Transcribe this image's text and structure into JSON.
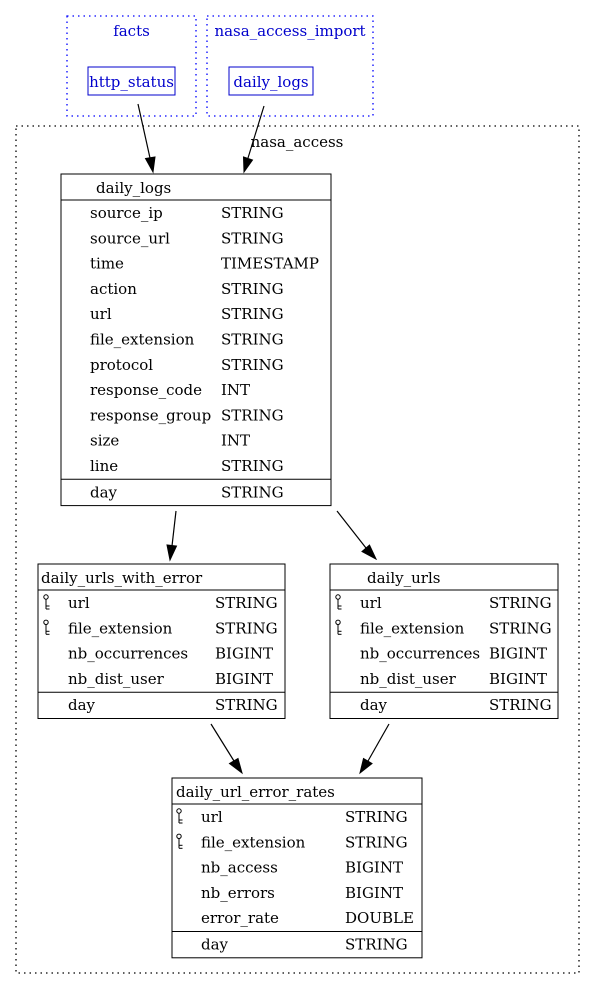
{
  "clusters": {
    "facts": {
      "label": "facts",
      "node": "http_status"
    },
    "import": {
      "label": "nasa_access_import",
      "node": "daily_logs"
    },
    "main": {
      "label": "nasa_access"
    }
  },
  "tables": {
    "daily_logs": {
      "title": "daily_logs",
      "fields": [
        {
          "name": "source_ip",
          "type": "STRING",
          "key": false
        },
        {
          "name": "source_url",
          "type": "STRING",
          "key": false
        },
        {
          "name": "time",
          "type": "TIMESTAMP",
          "key": false
        },
        {
          "name": "action",
          "type": "STRING",
          "key": false
        },
        {
          "name": "url",
          "type": "STRING",
          "key": false
        },
        {
          "name": "file_extension",
          "type": "STRING",
          "key": false
        },
        {
          "name": "protocol",
          "type": "STRING",
          "key": false
        },
        {
          "name": "response_code",
          "type": "INT",
          "key": false
        },
        {
          "name": "response_group",
          "type": "STRING",
          "key": false
        },
        {
          "name": "size",
          "type": "INT",
          "key": false
        },
        {
          "name": "line",
          "type": "STRING",
          "key": false
        }
      ],
      "partitions": [
        {
          "name": "day",
          "type": "STRING"
        }
      ]
    },
    "daily_urls_with_error": {
      "title": "daily_urls_with_error",
      "fields": [
        {
          "name": "url",
          "type": "STRING",
          "key": true
        },
        {
          "name": "file_extension",
          "type": "STRING",
          "key": true
        },
        {
          "name": "nb_occurrences",
          "type": "BIGINT",
          "key": false
        },
        {
          "name": "nb_dist_user",
          "type": "BIGINT",
          "key": false
        }
      ],
      "partitions": [
        {
          "name": "day",
          "type": "STRING"
        }
      ]
    },
    "daily_urls": {
      "title": "daily_urls",
      "fields": [
        {
          "name": "url",
          "type": "STRING",
          "key": true
        },
        {
          "name": "file_extension",
          "type": "STRING",
          "key": true
        },
        {
          "name": "nb_occurrences",
          "type": "BIGINT",
          "key": false
        },
        {
          "name": "nb_dist_user",
          "type": "BIGINT",
          "key": false
        }
      ],
      "partitions": [
        {
          "name": "day",
          "type": "STRING"
        }
      ]
    },
    "daily_url_error_rates": {
      "title": "daily_url_error_rates",
      "fields": [
        {
          "name": "url",
          "type": "STRING",
          "key": true
        },
        {
          "name": "file_extension",
          "type": "STRING",
          "key": true
        },
        {
          "name": "nb_access",
          "type": "BIGINT",
          "key": false
        },
        {
          "name": "nb_errors",
          "type": "BIGINT",
          "key": false
        },
        {
          "name": "error_rate",
          "type": "DOUBLE",
          "key": false
        }
      ],
      "partitions": [
        {
          "name": "day",
          "type": "STRING"
        }
      ]
    }
  },
  "edges": [
    {
      "from": "facts.http_status",
      "to": "daily_logs"
    },
    {
      "from": "nasa_access_import.daily_logs",
      "to": "daily_logs"
    },
    {
      "from": "daily_logs",
      "to": "daily_urls_with_error"
    },
    {
      "from": "daily_logs",
      "to": "daily_urls"
    },
    {
      "from": "daily_urls_with_error",
      "to": "daily_url_error_rates"
    },
    {
      "from": "daily_urls",
      "to": "daily_url_error_rates"
    }
  ]
}
